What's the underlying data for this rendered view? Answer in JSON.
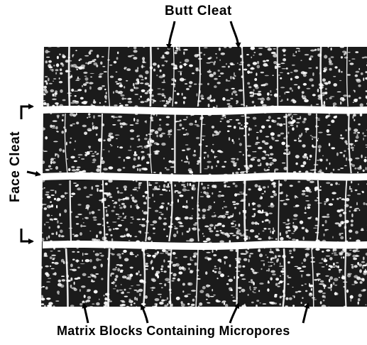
{
  "labels": {
    "butt_cleat": "Butt Cleat",
    "face_cleat": "Face Cleat",
    "matrix_blocks": "Matrix Blocks Containing Micropores"
  },
  "colors": {
    "ink": "#000000",
    "paper": "#ffffff"
  }
}
